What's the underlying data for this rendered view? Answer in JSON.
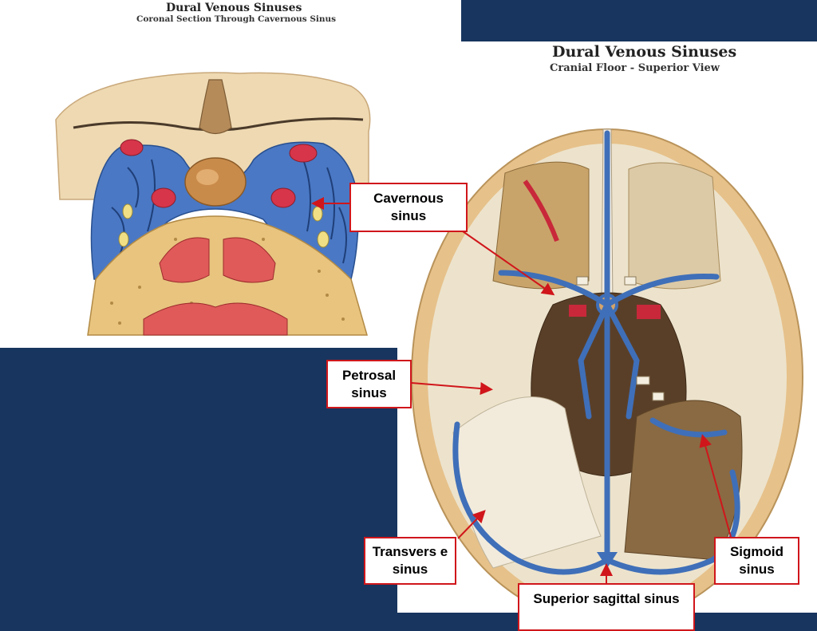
{
  "slide": {
    "background_color": "#17355e",
    "accent_color": "#d0161b"
  },
  "figure_coronal": {
    "title": "Dural Venous Sinuses",
    "subtitle": "Coronal Section Through Cavernous Sinus"
  },
  "figure_floor": {
    "title": "Dural Venous Sinuses",
    "subtitle": "Cranial Floor - Superior View"
  },
  "labels": {
    "cavernous": "Cavernous sinus",
    "petrosal": "Petrosal sinus",
    "transverse": "Transvers e sinus",
    "sigmoid": "Sigmoid sinus",
    "superior_sagittal": "Superior sagittal sinus"
  },
  "colors": {
    "vein_blue": "#3f6fb8",
    "artery_red": "#c8283a",
    "bone_tan": "#e7c58c",
    "dura_cream": "#efe7d3"
  }
}
